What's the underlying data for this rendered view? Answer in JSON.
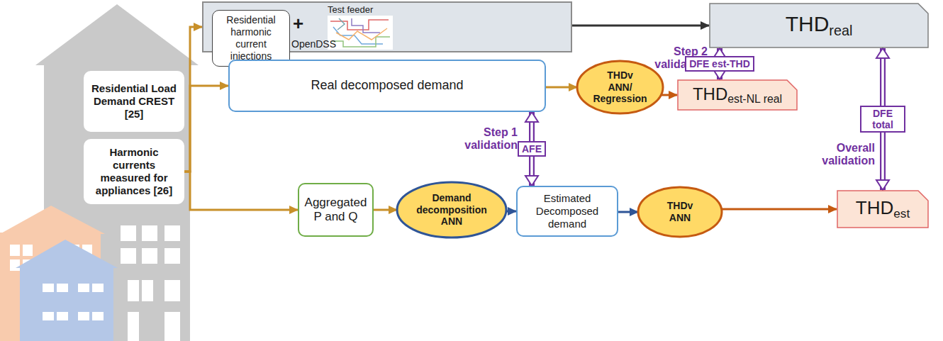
{
  "diagram": {
    "nodes": [
      {
        "text": [
          "Residential Load Demand CREST [25]"
        ]
      },
      {
        "text": [
          "Harmonic currents measured for appliances [26]"
        ]
      },
      {
        "text": [
          "Test feeder",
          "+",
          "OpenDSS"
        ]
      },
      {
        "text": [
          "Residential harmonic current injections"
        ],
        "in": 2
      },
      {
        "text": [
          "THD",
          "real"
        ]
      },
      {
        "text": [
          "Real decomposed demand"
        ]
      },
      {
        "text": [
          "THDv",
          "ANN/ Regression"
        ]
      },
      {
        "text": [
          "THD",
          "est-NL real"
        ]
      },
      {
        "text": [
          "Aggregated P and Q"
        ]
      },
      {
        "text": [
          "Demand decomposition ANN"
        ]
      },
      {
        "text": [
          "Estimated Decomposed demand"
        ]
      },
      {
        "text": [
          "THDv",
          "ANN"
        ]
      },
      {
        "text": [
          "THD",
          "est"
        ]
      }
    ],
    "edges": [
      {
        "from": 1,
        "to": 2,
        "arrow": "to"
      },
      {
        "from": 1,
        "to": 5,
        "arrow": "to"
      },
      {
        "from": 1,
        "to": 8,
        "arrow": "to"
      },
      {
        "from": 2,
        "to": 4,
        "arrow": "to"
      },
      {
        "from": 5,
        "to": 6,
        "arrow": "to"
      },
      {
        "from": 6,
        "to": 7,
        "arrow": "to"
      },
      {
        "from": 8,
        "to": 9,
        "arrow": "to"
      },
      {
        "from": 9,
        "to": 10,
        "arrow": "to"
      },
      {
        "from": 10,
        "to": 11,
        "arrow": "to"
      },
      {
        "from": 11,
        "to": 12,
        "arrow": "to"
      },
      {
        "from": 5,
        "to": 10,
        "label": "AFE",
        "arrow": "both"
      },
      {
        "from": 4,
        "to": 7,
        "label": "DFE est-THD",
        "arrow": "both"
      },
      {
        "from": 4,
        "to": 12,
        "label": "DFE total",
        "arrow": "both"
      }
    ],
    "labels": [
      "Step 1 validation",
      "Step 2 validation",
      "Overall validation"
    ]
  }
}
